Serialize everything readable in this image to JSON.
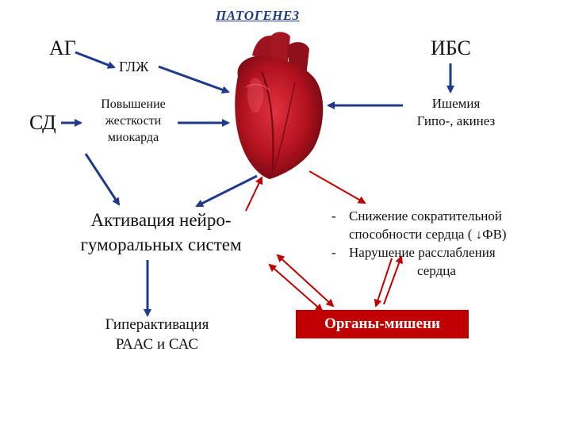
{
  "title": "ПАТОГЕНЕЗ",
  "nodes": {
    "ag": "АГ",
    "sd": "СД",
    "glzh": "ГЛЖ",
    "ibs": "ИБС",
    "stiffness": [
      "Повышение",
      "жесткости",
      "миокарда"
    ],
    "ischemia": [
      "Ишемия",
      "Гипо-, акинез"
    ],
    "activation": [
      "Активация нейро-",
      "гуморальных систем"
    ],
    "hyper": [
      "Гиперактивация",
      "РААС и САС"
    ],
    "effects": {
      "bullet": "-",
      "item1": [
        "Снижение сократительной",
        "способности сердца ( ↓ФВ)"
      ],
      "item2": [
        "Нарушение расслабления",
        "сердца"
      ]
    },
    "organs": "Органы-мишени"
  },
  "colors": {
    "blue_arrow": "#1f3a8a",
    "red_arrow": "#c00000",
    "heart": "#b3121f"
  }
}
